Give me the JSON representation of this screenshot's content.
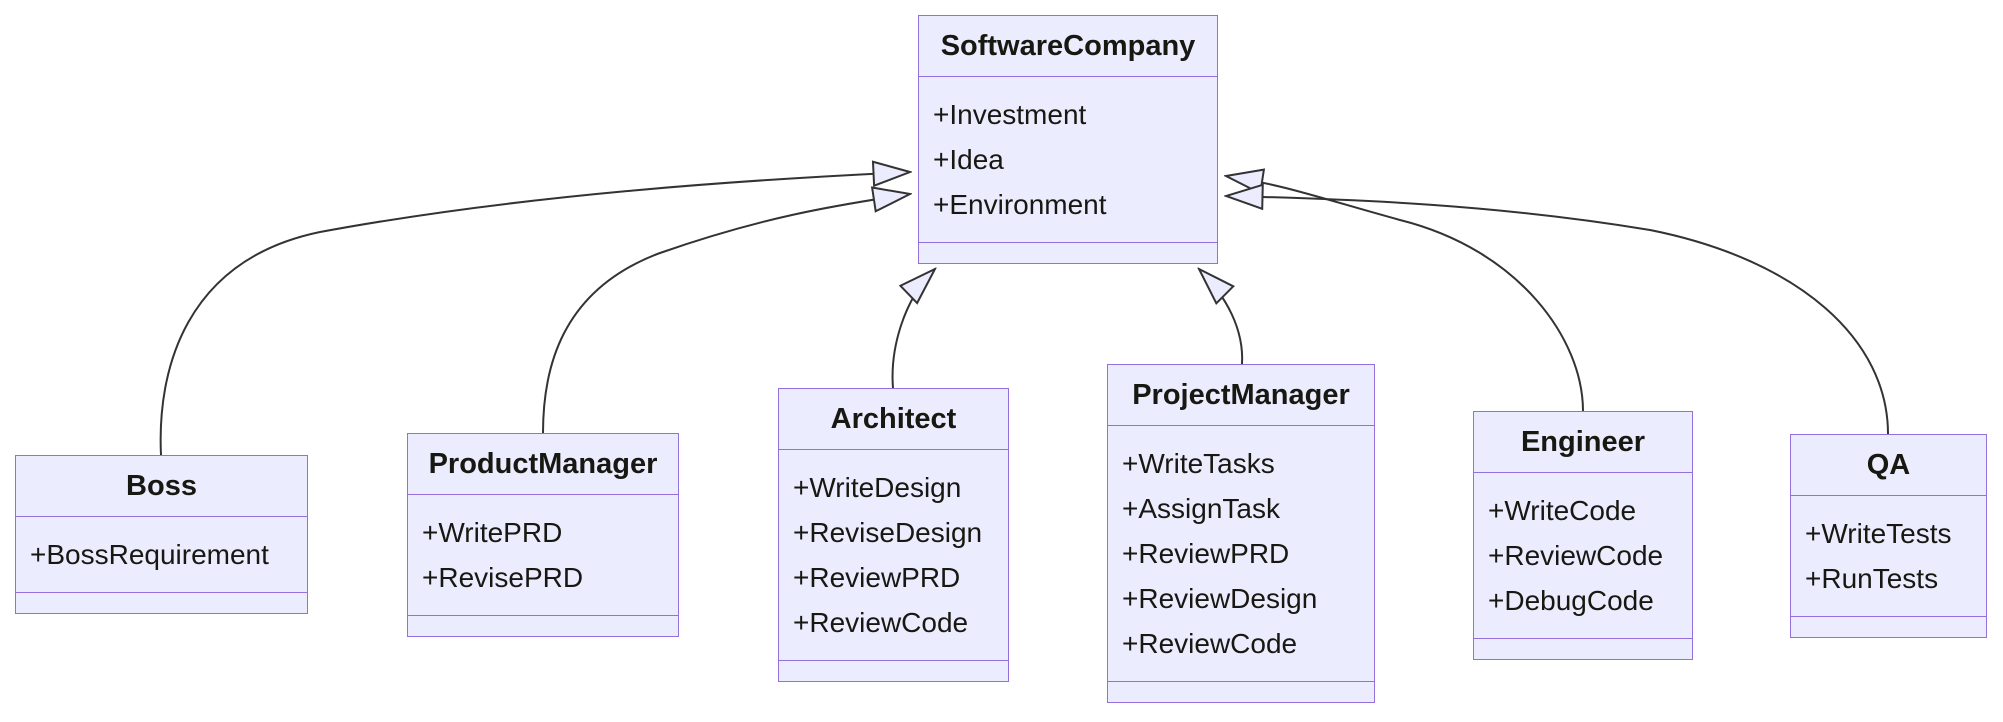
{
  "diagram": {
    "kind": "uml-class-diagram",
    "relationship_type": "inheritance",
    "colors": {
      "class_fill": "#ECECFF",
      "class_border": "#9370DB",
      "edge_stroke": "#333333",
      "text": "#181812",
      "background": "#FFFFFF"
    },
    "classes": [
      {
        "name": "SoftwareCompany",
        "attributes": [
          "+Investment",
          "+Idea",
          "+Environment"
        ]
      },
      {
        "name": "Boss",
        "attributes": [
          "+BossRequirement"
        ]
      },
      {
        "name": "ProductManager",
        "attributes": [
          "+WritePRD",
          "+RevisePRD"
        ]
      },
      {
        "name": "Architect",
        "attributes": [
          "+WriteDesign",
          "+ReviseDesign",
          "+ReviewPRD",
          "+ReviewCode"
        ]
      },
      {
        "name": "ProjectManager",
        "attributes": [
          "+WriteTasks",
          "+AssignTask",
          "+ReviewPRD",
          "+ReviewDesign",
          "+ReviewCode"
        ]
      },
      {
        "name": "Engineer",
        "attributes": [
          "+WriteCode",
          "+ReviewCode",
          "+DebugCode"
        ]
      },
      {
        "name": "QA",
        "attributes": [
          "+WriteTests",
          "+RunTests"
        ]
      }
    ],
    "edges": [
      {
        "from": "Boss",
        "to": "SoftwareCompany",
        "type": "inheritance"
      },
      {
        "from": "ProductManager",
        "to": "SoftwareCompany",
        "type": "inheritance"
      },
      {
        "from": "Architect",
        "to": "SoftwareCompany",
        "type": "inheritance"
      },
      {
        "from": "ProjectManager",
        "to": "SoftwareCompany",
        "type": "inheritance"
      },
      {
        "from": "Engineer",
        "to": "SoftwareCompany",
        "type": "inheritance"
      },
      {
        "from": "QA",
        "to": "SoftwareCompany",
        "type": "inheritance"
      }
    ]
  }
}
